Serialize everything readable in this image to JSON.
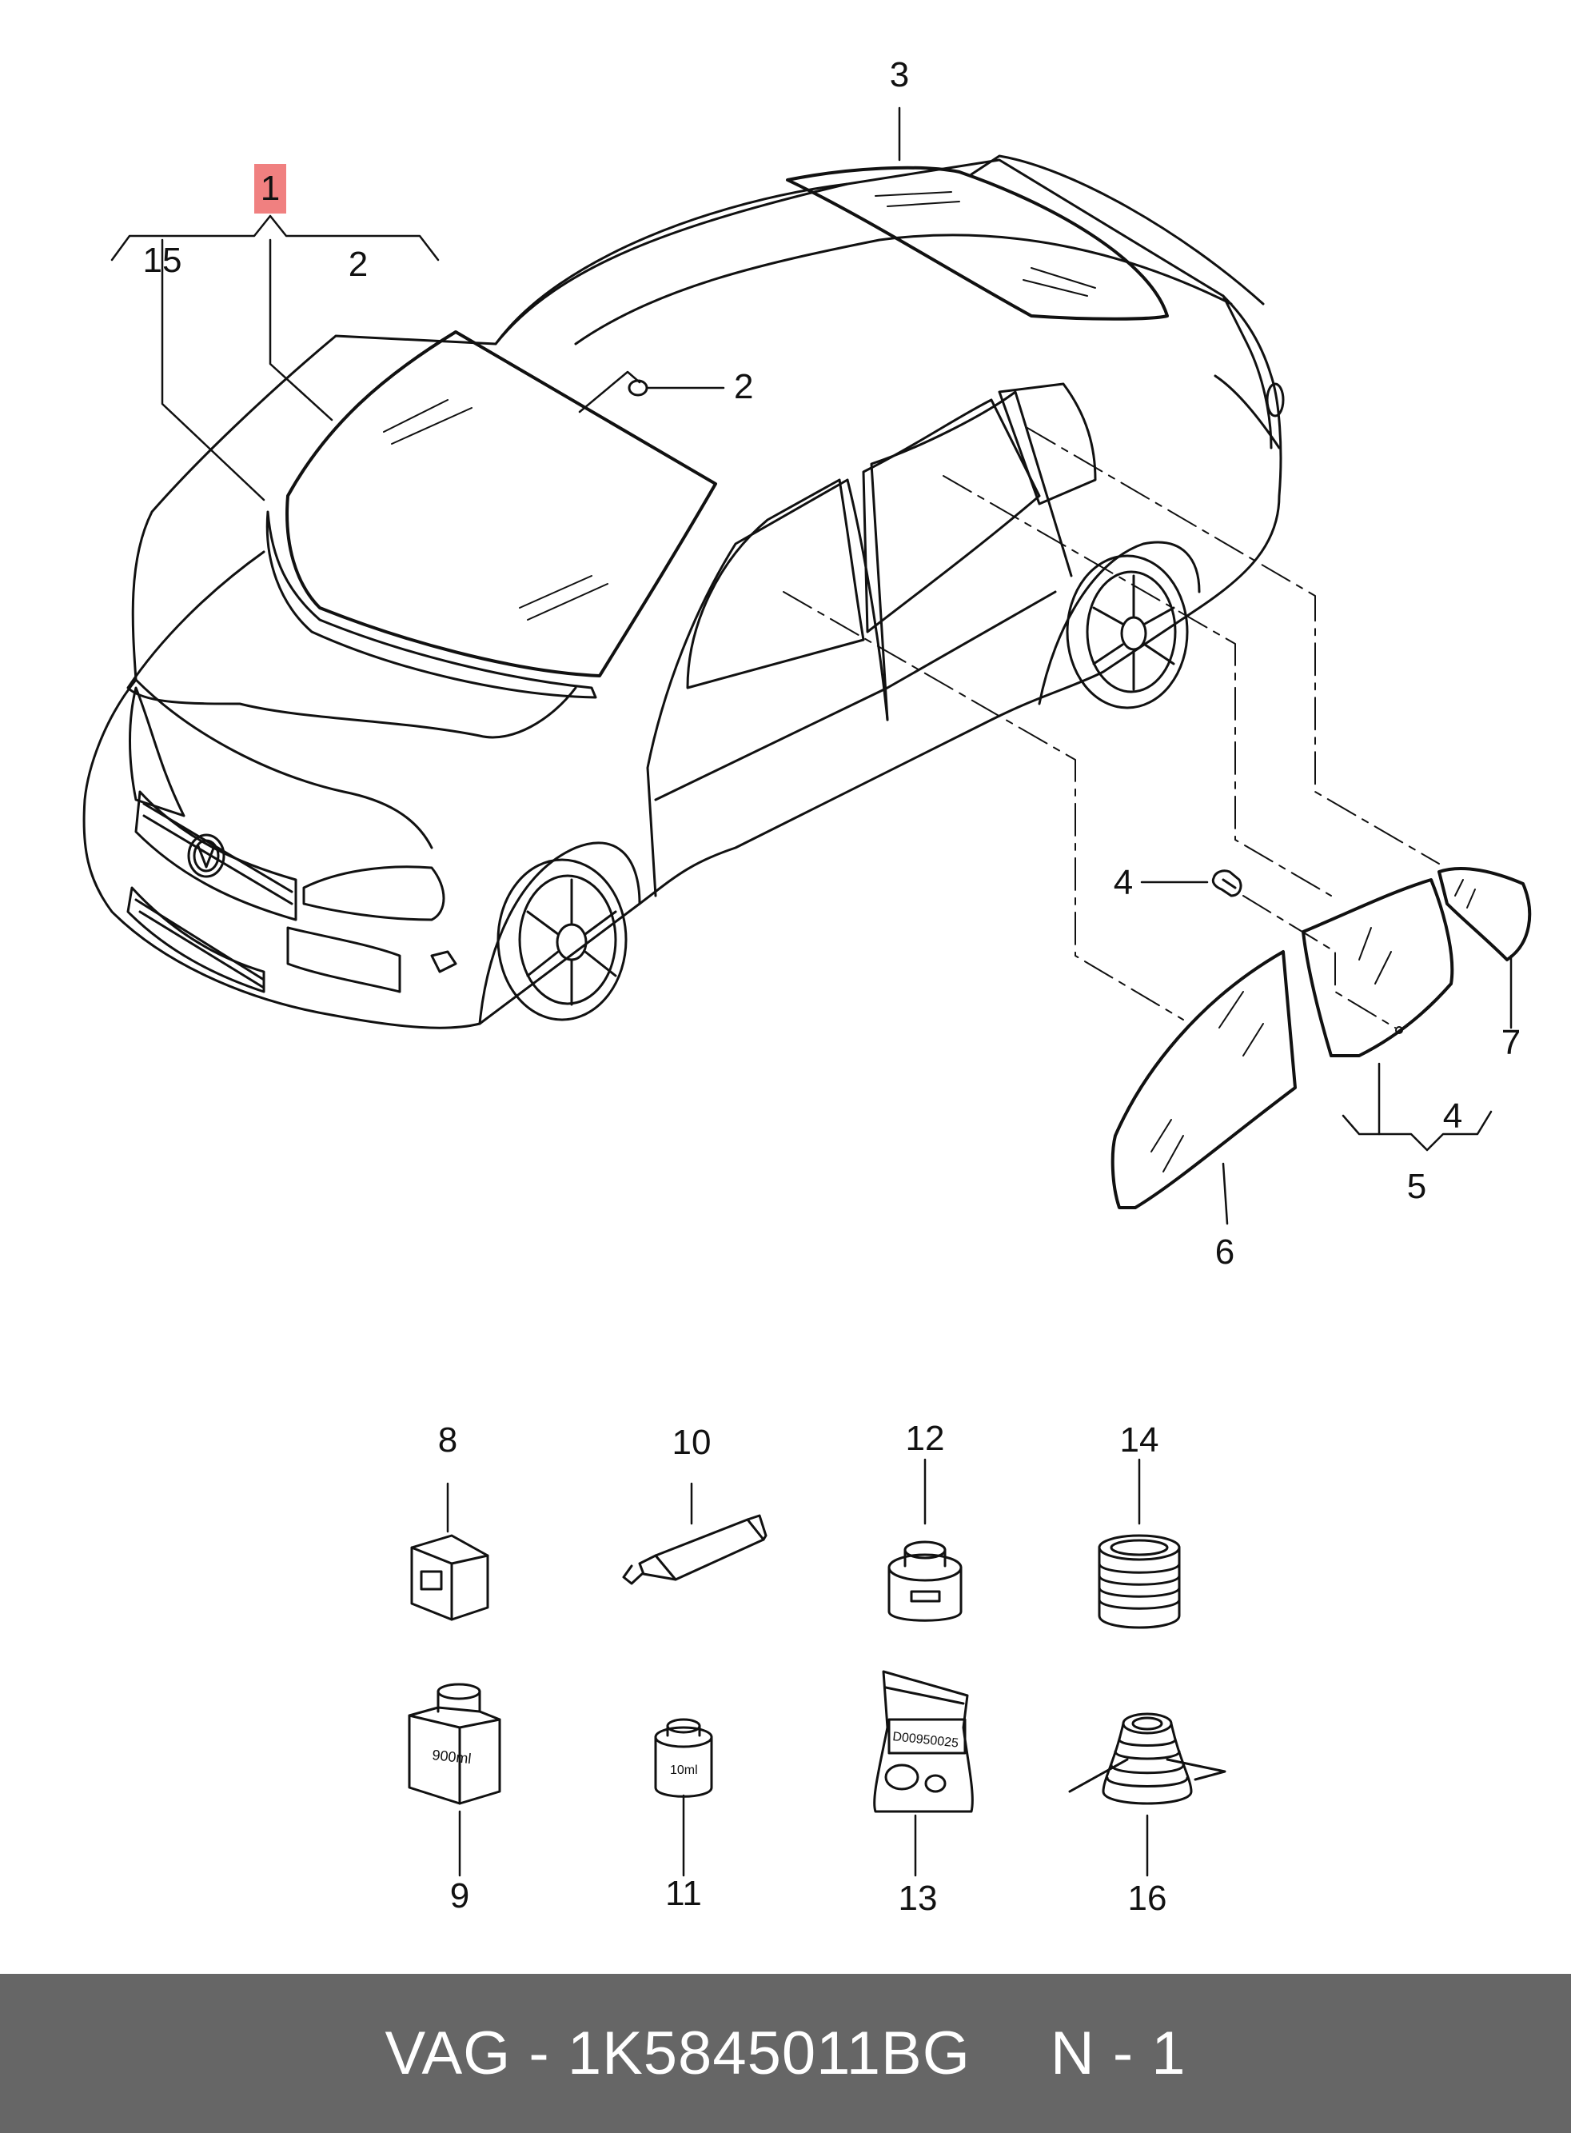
{
  "callouts": {
    "c1": "1",
    "c2_top": "2",
    "c2_roof": "2",
    "c3": "3",
    "c4_left": "4",
    "c4_bottom": "4",
    "c5": "5",
    "c6": "6",
    "c7": "7",
    "c8": "8",
    "c9": "9",
    "c10": "10",
    "c11": "11",
    "c12": "12",
    "c13": "13",
    "c14": "14",
    "c15": "15",
    "c16": "16"
  },
  "labels": {
    "bottle_9": "900ml",
    "bottle_11": "10ml",
    "bag_13": "D00950025"
  },
  "footer": {
    "part_number": "VAG - 1K5845011BG",
    "page": "N - 1"
  },
  "colors": {
    "highlight": "#f08080",
    "footer_bg": "#666666",
    "line": "#111111"
  }
}
